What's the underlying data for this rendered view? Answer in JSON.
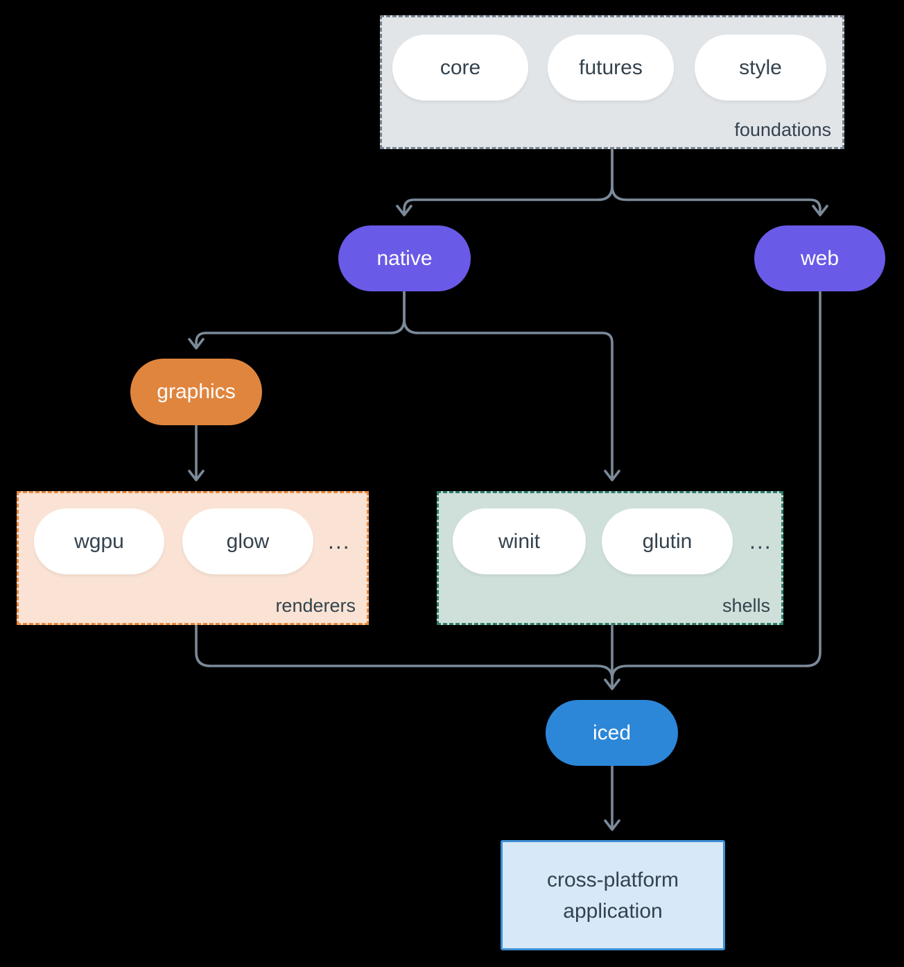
{
  "diagram": {
    "foundations": {
      "label": "foundations",
      "pills": [
        "core",
        "futures",
        "style"
      ]
    },
    "native": {
      "label": "native"
    },
    "web": {
      "label": "web"
    },
    "graphics": {
      "label": "graphics"
    },
    "renderers": {
      "label": "renderers",
      "pills": [
        "wgpu",
        "glow"
      ],
      "ellipsis": "..."
    },
    "shells": {
      "label": "shells",
      "pills": [
        "winit",
        "glutin"
      ],
      "ellipsis": "..."
    },
    "iced": {
      "label": "iced"
    },
    "application": {
      "line1": "cross-platform",
      "line2": "application"
    }
  },
  "colors": {
    "background": "#000000",
    "connector": "#7b8a99",
    "node_purple": "#6a5ae8",
    "node_orange": "#e0853e",
    "node_blue": "#2c87d8",
    "pill_bg": "#ffffff",
    "text_dark": "#33424e",
    "text_light": "#ffffff",
    "foundations_bg": "#e2e5e8",
    "foundations_border": "#76828f",
    "renderers_bg": "#fae3d4",
    "renderers_border": "#e8873b",
    "shells_bg": "#cfe0da",
    "shells_border": "#2e7d6b",
    "app_bg": "#d7e8f8",
    "app_border": "#3d8fd4"
  }
}
